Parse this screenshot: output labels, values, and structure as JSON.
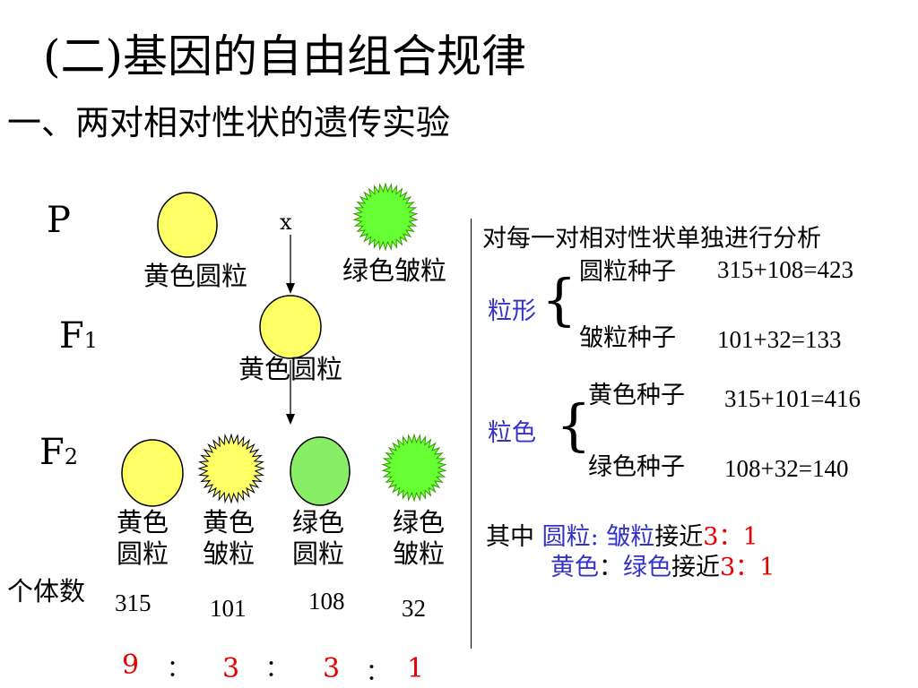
{
  "title": "(二)基因的自由组合规律",
  "subtitle": "一、两对相对性状的遗传实验",
  "generations": {
    "p": "P",
    "f1": "F",
    "f1_sub": "1",
    "f2": "F",
    "f2_sub": "2"
  },
  "cross_symbol": "x",
  "parents": {
    "left_label": "黄色圆粒",
    "right_label": "绿色皱粒"
  },
  "f1_label": "黄色圆粒",
  "f2": {
    "count_label": "个体数",
    "phenotypes": [
      {
        "line1": "黄色",
        "line2": "圆粒",
        "count": "315",
        "ratio": "9"
      },
      {
        "line1": "黄色",
        "line2": "皱粒",
        "count": "101",
        "ratio": "3"
      },
      {
        "line1": "绿色",
        "line2": "圆粒",
        "count": "108",
        "ratio": "3"
      },
      {
        "line1": "绿色",
        "line2": "皱粒",
        "count": "32",
        "ratio": "1"
      }
    ],
    "ratio_sep": "："
  },
  "analysis": {
    "heading": "对每一对相对性状单独进行分析",
    "shape_label": "粒形",
    "round_seed": "圆粒种子",
    "round_calc": "315+108=423",
    "wrinkled_seed": "皱粒种子",
    "wrinkled_calc": "101+32=133",
    "color_label": "粒色",
    "yellow_seed": "黄色种子",
    "yellow_calc": "315+101=416",
    "green_seed": "绿色种子",
    "green_calc": "108+32=140",
    "brace": "{",
    "summary1": {
      "prefix": "其中 ",
      "a": "圆粒:",
      "b": " 皱粒",
      "mid": "接近",
      "ratio": "3：1"
    },
    "summary2": {
      "a": "黄色",
      "sep": "：",
      "b": "绿色",
      "mid": "接近",
      "ratio": "3：1"
    }
  },
  "colors": {
    "yellow": "#ffff66",
    "green": "#66ff33",
    "green_round": "#88ee66",
    "blue": "#3333cc",
    "red": "#e60000"
  }
}
